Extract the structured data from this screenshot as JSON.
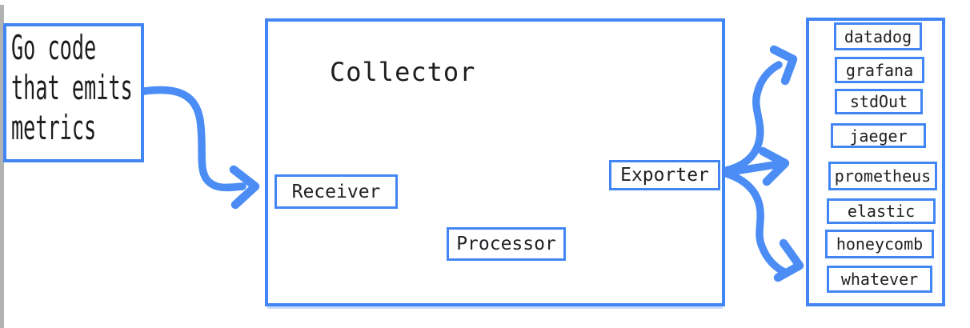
{
  "theme": {
    "background": "#ffffff",
    "accent_blue": "#4285f4",
    "arrow_color": "#4c8df5",
    "text_color": "#202124",
    "edge_strip_color": "#b2b2b2"
  },
  "source_box": {
    "lines": [
      "Go code",
      "that emits",
      "metrics"
    ]
  },
  "collector": {
    "title": "Collector",
    "components": [
      {
        "label": "Receiver"
      },
      {
        "label": "Processor"
      },
      {
        "label": "Exporter"
      }
    ]
  },
  "destinations": {
    "items": [
      "datadog",
      "grafana",
      "stdOut",
      "jaeger",
      "prometheus",
      "elastic",
      "honeycomb",
      "whatever"
    ]
  },
  "arrows": [
    {
      "name": "source-to-receiver",
      "from": "Go code that emits metrics",
      "to": "Receiver"
    },
    {
      "name": "receiver-to-processor",
      "from": "Receiver",
      "to": "Processor"
    },
    {
      "name": "processor-to-exporter",
      "from": "Processor",
      "to": "Exporter"
    },
    {
      "name": "exporter-fanout",
      "from": "Exporter",
      "to": "destinations"
    }
  ]
}
